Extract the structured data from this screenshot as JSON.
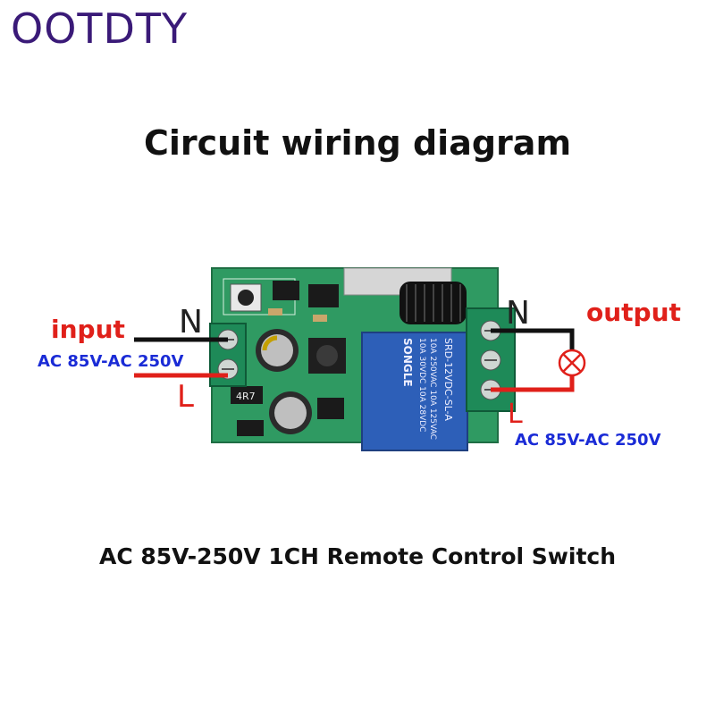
{
  "brand": "OOTDTY",
  "title": "Circuit wiring diagram",
  "caption": "AC 85V-250V 1CH Remote Control Switch",
  "input": {
    "label": "input",
    "voltage": "AC 85V-AC 250V",
    "n": "N",
    "l": "L"
  },
  "output": {
    "label": "output",
    "voltage": "AC 85V-AC 250V",
    "n": "N",
    "l": "L"
  },
  "relay": {
    "brand": "SONGLE",
    "model": "SRD-12VDC-SL-A",
    "rating_1": "10A 250VAC  10A 125VAC",
    "rating_2": "10A 30VDC  10A 28VDC"
  },
  "inductor_mark": "4R7",
  "colors": {
    "brand": "#3a1a78",
    "red": "#e0201a",
    "blue": "#1a2bd6",
    "pcb": "#2f9a62",
    "terminal": "#1e8a58",
    "relay": "#2d5fb8"
  }
}
